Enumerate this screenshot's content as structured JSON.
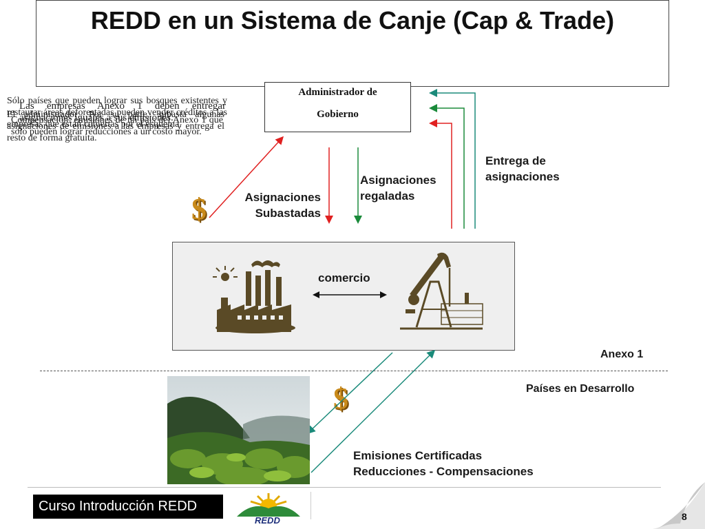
{
  "slide": {
    "title": "REDD en un Sistema de Canje (Cap & Trade)",
    "admin_line1": "Administrador de",
    "admin_line2": "Gobierno",
    "overlap_texts": [
      "Sólo países que pueden lograr sus bosques existentes y restaurar áreas deforestadas pueden vender créditos a las empresas que están cubiertas por el esquema.",
      "Las empresas Anexo 1 deben entregar asignaciones iguales a sus emisiones.",
      "El administrador: Por su parte, subasta algunas asignaciones de emisiones a las empresas y entrega el resto de forma gratuita.",
      "Compensación: emisiones de un país del Anexo 1 que solo pueden lograr reducciones a un costo mayor."
    ],
    "label_subastadas": [
      "Asignaciones",
      "Subastadas"
    ],
    "label_regaladas": [
      "Asignaciones",
      "regaladas"
    ],
    "label_entrega": [
      "Entrega de",
      "asignaciones"
    ],
    "label_comercio": "comercio",
    "label_anexo": "Anexo 1",
    "label_paises": "Países en Desarrollo",
    "label_emisiones": [
      "Emisiones Certificadas",
      "Reducciones - Compensaciones"
    ],
    "course": "Curso Introducción REDD",
    "logo_text": "REDD",
    "page_number": "8"
  },
  "colors": {
    "arrow_red": "#e02020",
    "arrow_green": "#1a8a3a",
    "arrow_teal": "#1a8a7a",
    "dollar": "#c98a1a",
    "silhouette": "#5a4a26"
  },
  "icons": [
    "dollar-icon",
    "factory-icon",
    "oil-pump-icon",
    "forest-photo",
    "redd-logo-icon",
    "page-curl-icon"
  ]
}
